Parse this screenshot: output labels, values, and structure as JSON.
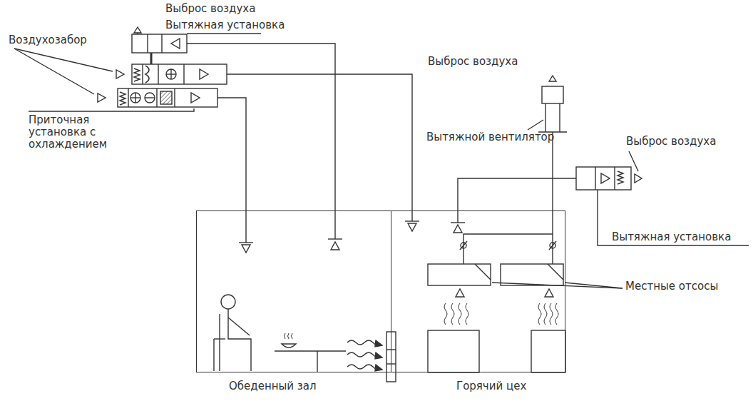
{
  "diagram": {
    "nodes": [
      {
        "text": [
          "Обеденный зал"
        ]
      },
      {
        "text": [
          "Горячий цех"
        ]
      }
    ],
    "labels": [
      "Выброс воздуха",
      "Вытяжная установка",
      "Воздухозабор",
      "Приточная установка с охлаждением",
      "Выброс воздуха",
      "Вытяжной вентилятор",
      "Выброс воздуха",
      "Вытяжная установка",
      "Местные отсосы"
    ]
  }
}
